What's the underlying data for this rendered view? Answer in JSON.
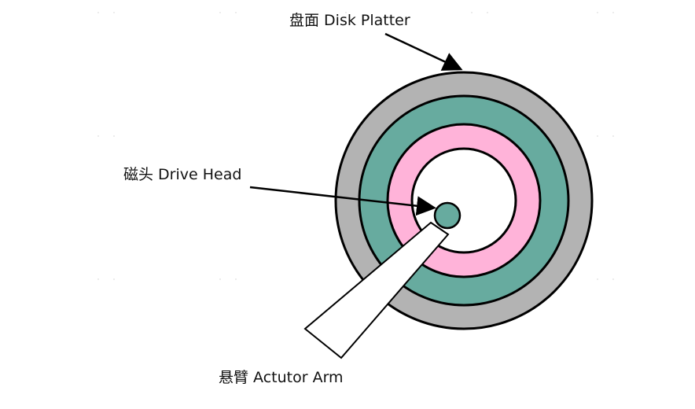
{
  "labels": {
    "platter": "盘面 Disk Platter",
    "head": "磁头 Drive Head",
    "arm": "悬臂 Actutor Arm"
  },
  "colors": {
    "outer_ring": "#b3b3b3",
    "teal_ring": "#67ab9f",
    "pink_ring": "#ffb3d9",
    "inner_disk": "#ffffff",
    "head": "#67ab9f",
    "arm": "#ffffff",
    "stroke": "#000000",
    "watermark_dots": "#e6e6e6"
  }
}
